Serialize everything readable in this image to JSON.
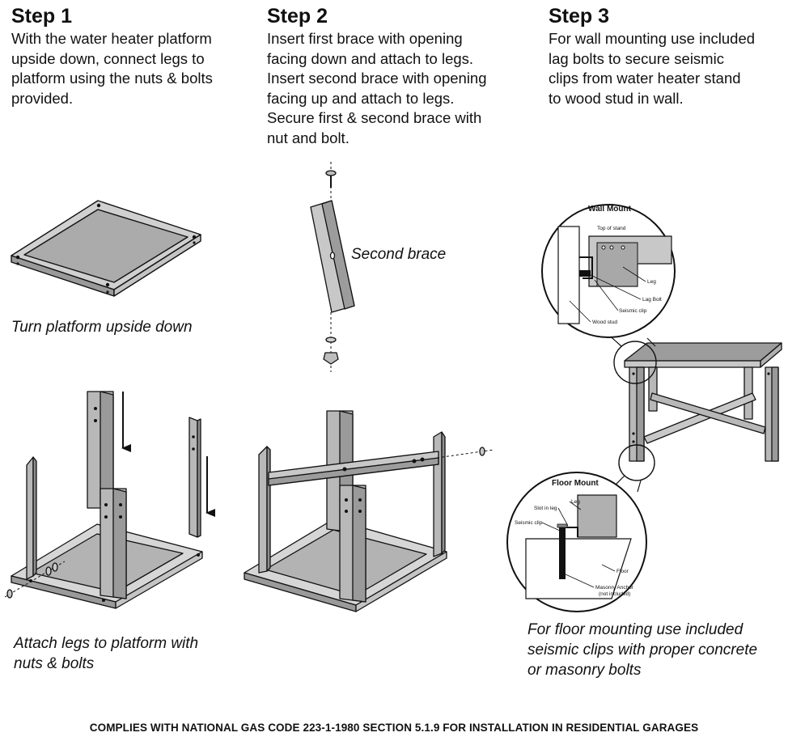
{
  "steps": [
    {
      "title": "Step 1",
      "lines": [
        "With the water heater platform",
        "upside down, connect legs to",
        "platform using the nuts & bolts",
        "provided."
      ]
    },
    {
      "title": "Step 2",
      "lines": [
        "Insert first brace with opening",
        "facing down and attach to legs.",
        "Insert second brace with opening",
        "facing up and attach to legs.",
        "Secure first & second brace with",
        "nut and bolt."
      ]
    },
    {
      "title": "Step 3",
      "lines": [
        "For wall mounting use included",
        "lag bolts to secure seismic",
        "clips from water heater stand",
        "to wood stud in wall."
      ]
    }
  ],
  "captions": {
    "turn_platform": "Turn platform upside down",
    "attach_legs": [
      "Attach legs to platform with",
      "nuts & bolts"
    ],
    "second_brace": "Second brace",
    "floor_mounting": [
      "For floor mounting use included",
      "seismic clips with  proper concrete",
      "or masonry bolts"
    ]
  },
  "wall_mount": {
    "title": "Wall Mount",
    "labels": {
      "top_of_stand": "Top of stand",
      "leg": "Leg",
      "lag_bolt": "Lag Bolt",
      "seismic_clip": "Seismic clip",
      "wood_stud": "Wood stud"
    }
  },
  "floor_mount": {
    "title": "Floor Mount",
    "labels": {
      "leg": "Leg",
      "slot_in_leg": "Slot in leg",
      "seismic_clip": "Seismic clip",
      "floor": "Floor",
      "masonry_anchor": "Masonry Anchor",
      "not_included": "(not included)"
    }
  },
  "footer": "COMPLIES WITH NATIONAL GAS CODE 223-1-1980 SECTION 5.1.9 FOR INSTALLATION IN RESIDENTIAL GARAGES",
  "colors": {
    "metal": "#b5b5b5",
    "metal_light": "#d6d6d6",
    "metal_dark": "#8e8e8e",
    "line": "#111111"
  }
}
